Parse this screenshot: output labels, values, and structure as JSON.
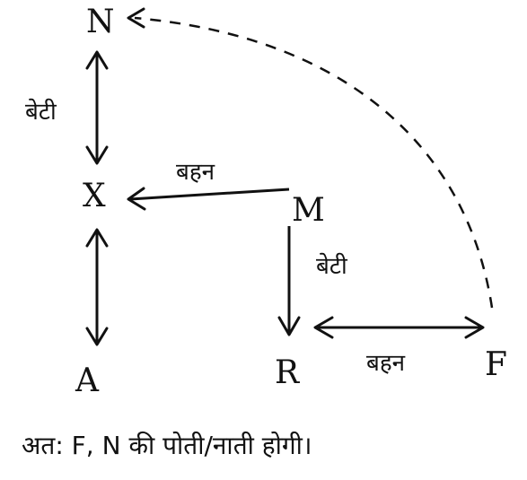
{
  "nodes": {
    "N": "N",
    "X": "X",
    "M": "M",
    "A": "A",
    "R": "R",
    "F": "F"
  },
  "relations": {
    "n_x": "बेटी",
    "m_x": "बहन",
    "m_r": "बेटी",
    "r_f": "बहन"
  },
  "conclusion": "अत: F, N की पोती/नाती होगी।"
}
